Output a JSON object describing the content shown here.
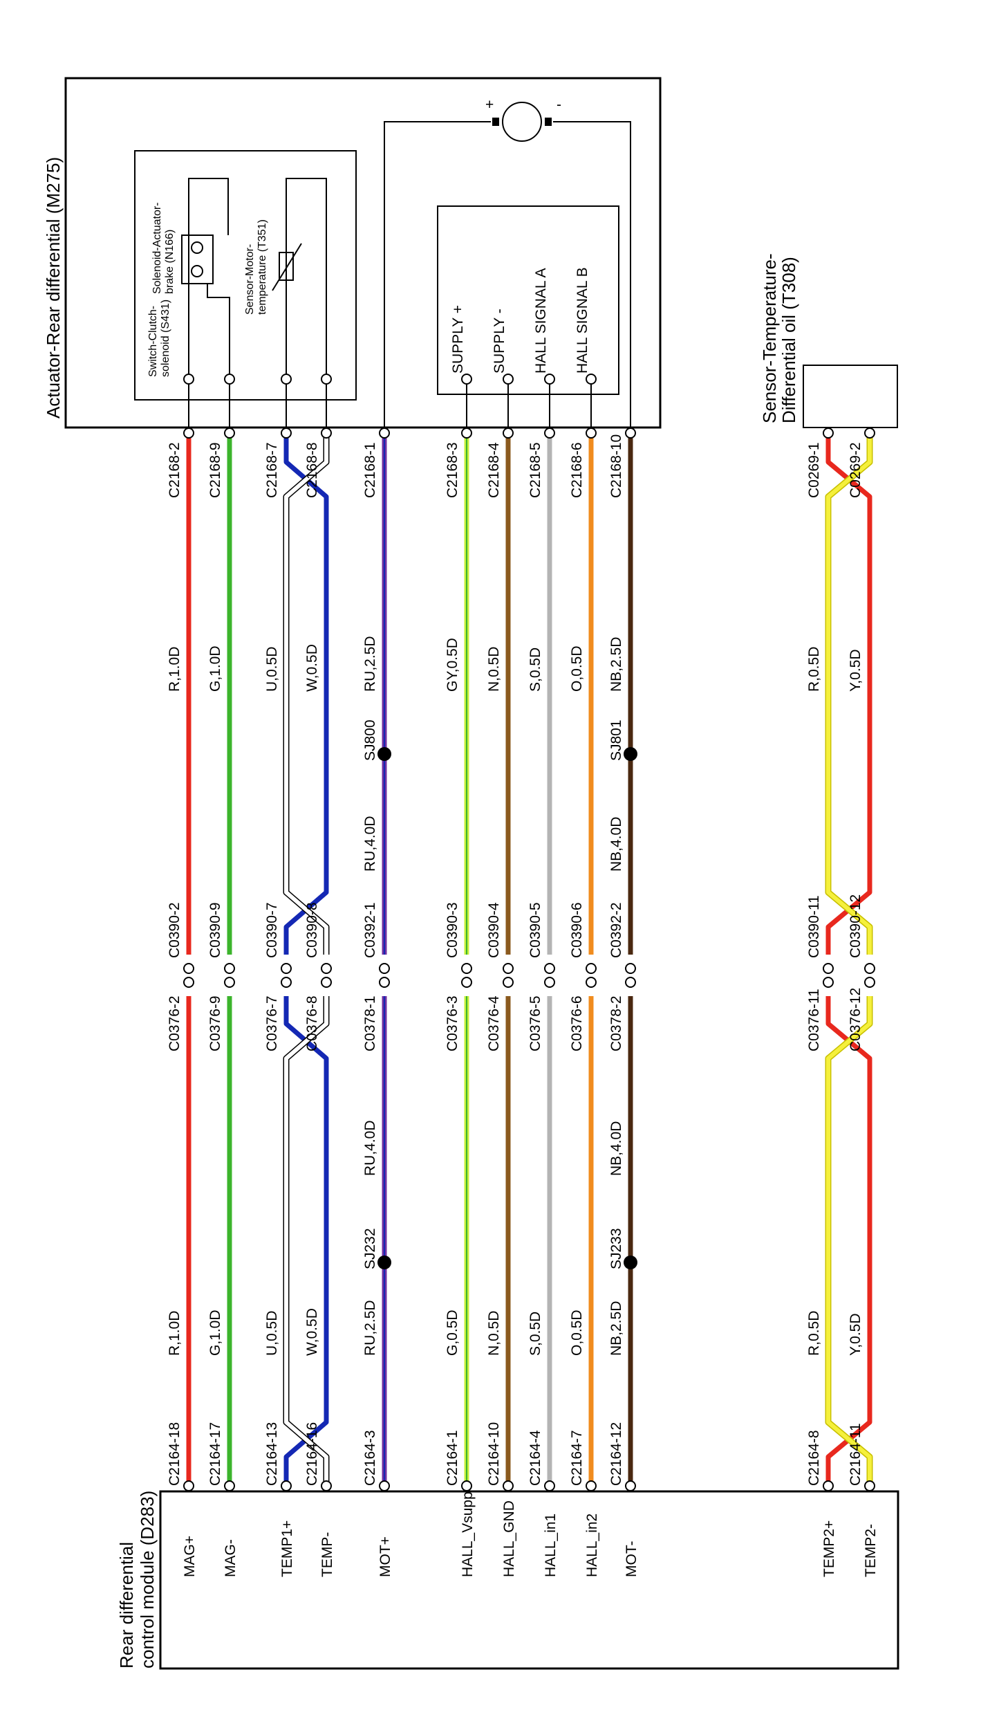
{
  "title_actuator": "Actuator-Rear differential (M275)",
  "title_sensor_line1": "Sensor-Temperature-",
  "title_sensor_line2": "Differential oil (T308)",
  "title_module_line1": "Rear differential",
  "title_module_line2": "control module (D283)",
  "inner_clutch_line1": "Switch-Clutch-",
  "inner_clutch_line2": "solenoid (S431)",
  "inner_brake_line1": "Solenoid-Actuator-",
  "inner_brake_line2": "brake (N166)",
  "inner_sensor_line1": "Sensor-Motor-",
  "inner_sensor_line2": "temperature (T351)",
  "motor_plus": "+",
  "motor_minus": "-",
  "hall_pins": [
    "SUPPLY +",
    "SUPPLY -",
    "HALL SIGNAL A",
    "HALL SIGNAL B"
  ],
  "colors": {
    "red": "#e8281e",
    "green": "#3cb42c",
    "blue": "#1428b4",
    "white": "#ffffff",
    "purple": "#7030a0",
    "lime": "#c8f03c",
    "brown": "#8b5a1e",
    "grey": "#b4b4b4",
    "orange": "#f08c1e",
    "darkbrown": "#4a2810",
    "yellow": "#f5f03c"
  },
  "wires": [
    {
      "id": "MAG+",
      "conn_act": "C2168-2",
      "spec_a": "R,1.0D",
      "conn_mid_a": "C0390-2",
      "conn_mid_b": "C0376-2",
      "spec_b": "R,1.0D",
      "conn_mod": "C2164-18",
      "pin": "MAG+"
    },
    {
      "id": "MAG-",
      "conn_act": "C2168-9",
      "spec_a": "G,1.0D",
      "conn_mid_a": "C0390-9",
      "conn_mid_b": "C0376-9",
      "spec_b": "G,1.0D",
      "conn_mod": "C2164-17",
      "pin": "MAG-"
    },
    {
      "id": "TEMP1+",
      "conn_act": "C2168-7",
      "spec_a": "U,0.5D",
      "conn_mid_a": "C0390-7",
      "conn_mid_b": "C0376-7",
      "spec_b": "U,0.5D",
      "conn_mod": "C2164-13",
      "pin": "TEMP1+"
    },
    {
      "id": "TEMP-",
      "conn_act": "C2168-8",
      "spec_a": "W,0.5D",
      "conn_mid_a": "C0390-8",
      "conn_mid_b": "C0376-8",
      "spec_b": "W,0.5D",
      "conn_mod": "C2164-16",
      "pin": "TEMP-"
    },
    {
      "id": "MOT+",
      "conn_act": "C2168-1",
      "spec_a": "RU,2.5D",
      "splice_a": "SJ800",
      "spec_a2": "RU,4.0D",
      "conn_mid_a": "C0392-1",
      "conn_mid_b": "C0378-1",
      "spec_b2": "RU,4.0D",
      "splice_b": "SJ232",
      "spec_b": "RU,2.5D",
      "conn_mod": "C2164-3",
      "pin": "MOT+"
    },
    {
      "id": "HALL_Vsupp",
      "conn_act": "C2168-3",
      "spec_a": "GY,0.5D",
      "conn_mid_a": "C0390-3",
      "conn_mid_b": "C0376-3",
      "spec_b": "G,0.5D",
      "conn_mod": "C2164-1",
      "pin": "HALL_Vsupp"
    },
    {
      "id": "HALL_GND",
      "conn_act": "C2168-4",
      "spec_a": "N,0.5D",
      "conn_mid_a": "C0390-4",
      "conn_mid_b": "C0376-4",
      "spec_b": "N,0.5D",
      "conn_mod": "C2164-10",
      "pin": "HALL_GND"
    },
    {
      "id": "HALL_in1",
      "conn_act": "C2168-5",
      "spec_a": "S,0.5D",
      "conn_mid_a": "C0390-5",
      "conn_mid_b": "C0376-5",
      "spec_b": "S,0.5D",
      "conn_mod": "C2164-4",
      "pin": "HALL_in1"
    },
    {
      "id": "HALL_in2",
      "conn_act": "C2168-6",
      "spec_a": "O,0.5D",
      "conn_mid_a": "C0390-6",
      "conn_mid_b": "C0376-6",
      "spec_b": "O,0.5D",
      "conn_mod": "C2164-7",
      "pin": "HALL_in2"
    },
    {
      "id": "MOT-",
      "conn_act": "C2168-10",
      "spec_a": "NB,2.5D",
      "splice_a": "SJ801",
      "spec_a2": "NB,4.0D",
      "conn_mid_a": "C0392-2",
      "conn_mid_b": "C0378-2",
      "spec_b2": "NB,4.0D",
      "splice_b": "SJ233",
      "spec_b": "NB,2.5D",
      "conn_mod": "C2164-12",
      "pin": "MOT-"
    },
    {
      "id": "TEMP2+",
      "conn_act": "C0269-1",
      "spec_a": "R,0.5D",
      "conn_mid_a": "C0390-11",
      "conn_mid_b": "C0376-11",
      "spec_b": "R,0.5D",
      "conn_mod": "C2164-8",
      "pin": "TEMP2+"
    },
    {
      "id": "TEMP2-",
      "conn_act": "C0269-2",
      "spec_a": "Y,0.5D",
      "conn_mid_a": "C0390-12",
      "conn_mid_b": "C0376-12",
      "spec_b": "Y,0.5D",
      "conn_mod": "C2164-11",
      "pin": "TEMP2-"
    }
  ]
}
